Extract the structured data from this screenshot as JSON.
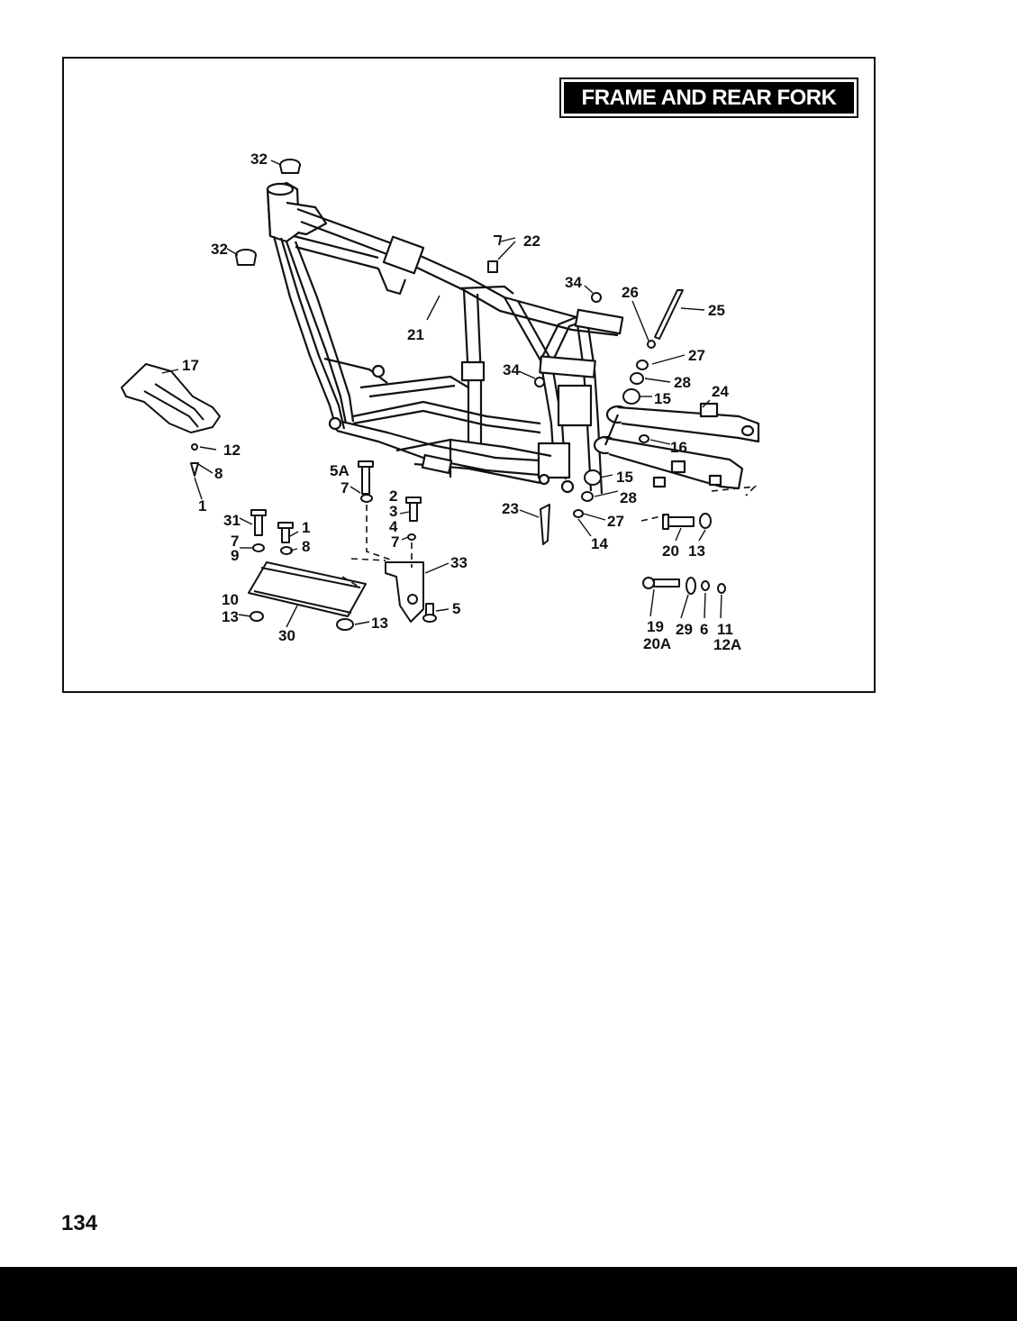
{
  "page": {
    "title": "FRAME AND REAR FORK",
    "page_number": "134"
  },
  "callouts": {
    "c32a": "32",
    "c32b": "32",
    "c22": "22",
    "c34a": "34",
    "c26": "26",
    "c25": "25",
    "c21": "21",
    "c17": "17",
    "c34b": "34",
    "c27a": "27",
    "c28a": "28",
    "c24": "24",
    "c15a": "15",
    "c16": "16",
    "c12a": "12",
    "c8a": "8",
    "c1a": "1",
    "c5a": "5A",
    "c7a": "7",
    "c2": "2",
    "c3": "3",
    "c4": "4",
    "c7b": "7",
    "c15b": "15",
    "c28b": "28",
    "c23": "23",
    "c27b": "27",
    "c14": "14",
    "c31": "31",
    "c1b": "1",
    "c7c": "7",
    "c9": "9",
    "c8b": "8",
    "c33": "33",
    "c20": "20",
    "c13a": "13",
    "c10": "10",
    "c13b": "13",
    "c5": "5",
    "c13c": "13",
    "c30": "30",
    "c19": "19",
    "c20a": "20A",
    "c29": "29",
    "c6": "6",
    "c11": "11",
    "c12b": "12A"
  },
  "colors": {
    "ink": "#111111",
    "paper": "#ffffff",
    "title_bg": "#000000"
  }
}
